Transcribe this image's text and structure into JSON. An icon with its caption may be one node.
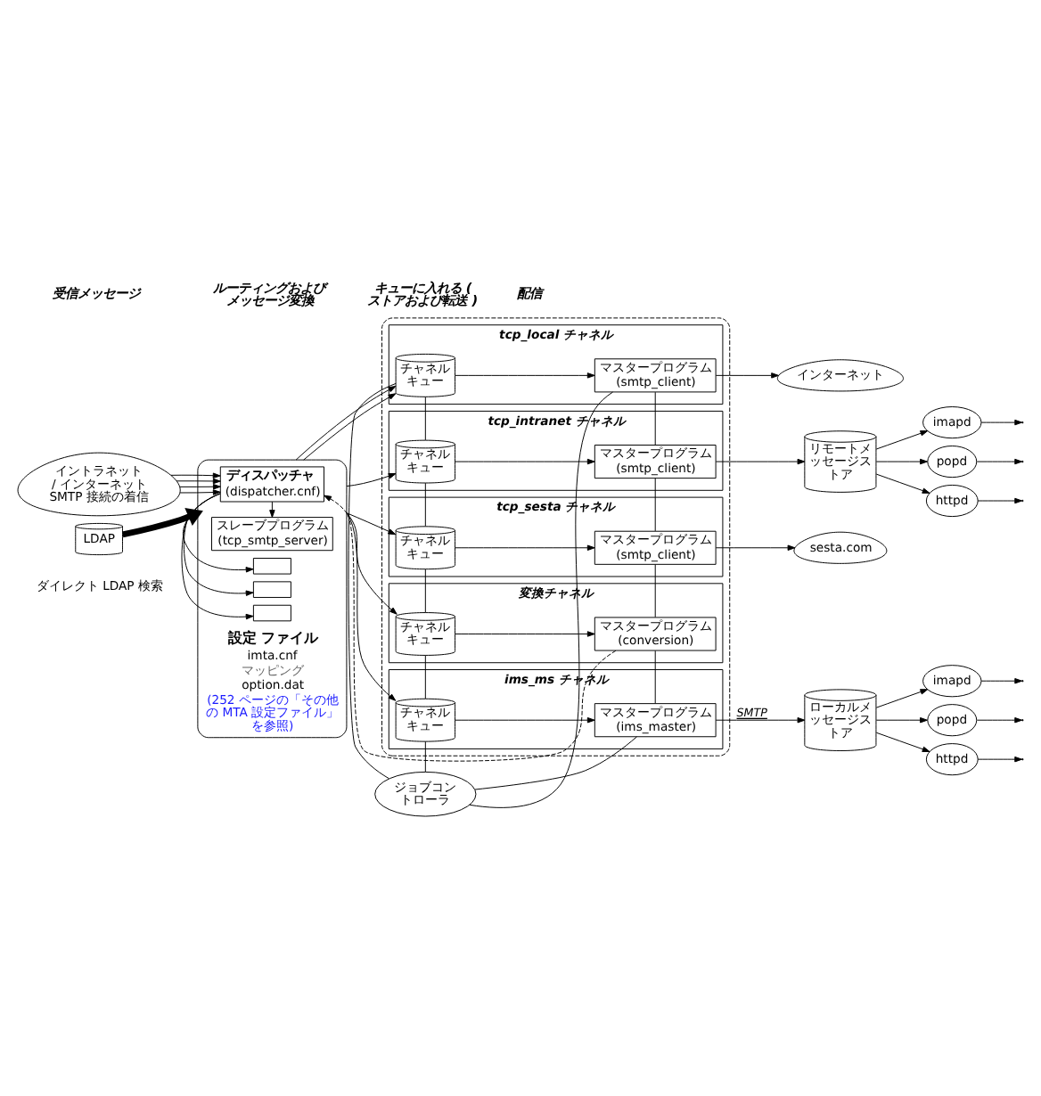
{
  "diagram": {
    "nodes": [
      {
        "text": [
          "イントラネット / インターネット SMTP 接続の着信"
        ]
      },
      {
        "text": [
          "設定 ファイル",
          "imta.cnf",
          "マッピング",
          "option.dat",
          "(252 ページの「その他の MTA 設定ファイル」を参照)"
        ]
      },
      {
        "text": [
          "ディスパッチャ",
          "(dispatcher.cnf)"
        ],
        "in": 1
      },
      {
        "text": [
          "スレーブプログラム",
          "(tcp_smtp_server)"
        ],
        "in": 1
      },
      {
        "text": [],
        "shape": "box",
        "in": 1
      },
      {
        "text": [],
        "shape": "box",
        "in": 1
      },
      {
        "text": [],
        "shape": "box",
        "in": 1
      },
      {
        "text": [
          "LDAP"
        ],
        "beside": [
          "ダイレクト LDAP 検索"
        ]
      },
      {
        "text": [],
        "shape": "box"
      },
      {
        "text": [
          "ジョブコントローラ"
        ]
      },
      {
        "text": [
          "tcp_local チャネル"
        ],
        "in": 8
      },
      {
        "text": [
          "チャネルキュー"
        ],
        "in": 10
      },
      {
        "text": [
          "マスタープログラム",
          "(smtp_client)"
        ],
        "in": 10
      },
      {
        "text": [
          "tcp_intranet チャネル"
        ],
        "in": 8
      },
      {
        "text": [
          "チャネルキュー"
        ],
        "in": 13
      },
      {
        "text": [
          "マスタープログラム",
          "(smtp_client)"
        ],
        "in": 13
      },
      {
        "text": [
          "tcp_sesta チャネル"
        ],
        "in": 8
      },
      {
        "text": [
          "チャネルキュー"
        ],
        "in": 16
      },
      {
        "text": [
          "マスタープログラム",
          "(smtp_client)"
        ],
        "in": 16
      },
      {
        "text": [
          "変換チャネル"
        ],
        "in": 8
      },
      {
        "text": [
          "チャネルキュー"
        ],
        "in": 19
      },
      {
        "text": [
          "マスタープログラム",
          "(conversion)"
        ],
        "in": 19
      },
      {
        "text": [
          "ims_ms チャネル"
        ],
        "in": 8
      },
      {
        "text": [
          "チャネルキュー"
        ],
        "in": 22
      },
      {
        "text": [
          "マスタープログラム",
          "(ims_master)"
        ],
        "in": 22
      },
      {
        "text": [
          "インターネット"
        ]
      },
      {
        "text": [
          "リモートメッセージストア"
        ]
      },
      {
        "text": [
          "imapd"
        ]
      },
      {
        "text": [
          "popd"
        ]
      },
      {
        "text": [
          "httpd"
        ]
      },
      {
        "text": [
          "sesta.com"
        ]
      },
      {
        "text": [
          "ローカルメッセージストア"
        ]
      },
      {
        "text": [
          "imapd"
        ]
      },
      {
        "text": [
          "popd"
        ]
      },
      {
        "text": [
          "httpd"
        ]
      }
    ],
    "edges": [
      {
        "from": 0,
        "to": 2,
        "arrow": "to"
      },
      {
        "from": 0,
        "to": 2,
        "arrow": "to"
      },
      {
        "from": 0,
        "to": 2,
        "arrow": "to"
      },
      {
        "from": 0,
        "to": 2,
        "arrow": "to"
      },
      {
        "from": 21,
        "to": 2,
        "arrow": "to",
        "style": "dashed"
      },
      {
        "from": 2,
        "to": 3,
        "arrow": "to"
      },
      {
        "from": 2,
        "to": 4,
        "arrow": "to"
      },
      {
        "from": 2,
        "to": 5,
        "arrow": "to"
      },
      {
        "from": 2,
        "to": 6,
        "arrow": "to"
      },
      {
        "from": 7,
        "to": 1,
        "arrow": "to",
        "style": "thick"
      },
      {
        "from": 1,
        "to": 11,
        "arrow": "to"
      },
      {
        "from": 1,
        "to": 11,
        "arrow": "to"
      },
      {
        "from": 1,
        "to": 14,
        "arrow": "to"
      },
      {
        "from": 1,
        "to": 17,
        "arrow": "to"
      },
      {
        "from": 1,
        "to": 20,
        "arrow": "to"
      },
      {
        "from": 1,
        "to": 23,
        "arrow": "to"
      },
      {
        "from": 11,
        "to": 12,
        "arrow": "to"
      },
      {
        "from": 14,
        "to": 15,
        "arrow": "to"
      },
      {
        "from": 17,
        "to": 18,
        "arrow": "to"
      },
      {
        "from": 20,
        "to": 21,
        "arrow": "to"
      },
      {
        "from": 23,
        "to": 24,
        "arrow": "to"
      },
      {
        "from": 9,
        "to": 11,
        "arrow": "none"
      },
      {
        "from": 11,
        "to": 14,
        "arrow": "none"
      },
      {
        "from": 14,
        "to": 17,
        "arrow": "none"
      },
      {
        "from": 17,
        "to": 20,
        "arrow": "none"
      },
      {
        "from": 20,
        "to": 23,
        "arrow": "none"
      },
      {
        "from": 23,
        "to": 9,
        "arrow": "none"
      },
      {
        "from": 9,
        "to": 12,
        "arrow": "none"
      },
      {
        "from": 12,
        "to": 15,
        "arrow": "none"
      },
      {
        "from": 15,
        "to": 18,
        "arrow": "none"
      },
      {
        "from": 18,
        "to": 21,
        "arrow": "none"
      },
      {
        "from": 21,
        "to": 24,
        "arrow": "none"
      },
      {
        "from": 24,
        "to": 9,
        "arrow": "none"
      },
      {
        "from": 12,
        "to": 25,
        "arrow": "to"
      },
      {
        "from": 15,
        "to": 26,
        "arrow": "to"
      },
      {
        "from": 26,
        "to": 27,
        "arrow": "to"
      },
      {
        "from": 26,
        "to": 28,
        "arrow": "to"
      },
      {
        "from": 26,
        "to": 29,
        "arrow": "to"
      },
      {
        "from": 27,
        "to": null,
        "arrow": "to"
      },
      {
        "from": 28,
        "to": null,
        "arrow": "to"
      },
      {
        "from": 29,
        "to": null,
        "arrow": "to"
      },
      {
        "from": 18,
        "to": 30,
        "arrow": "to"
      },
      {
        "from": 24,
        "to": 31,
        "arrow": "to",
        "label": "SMTP"
      },
      {
        "from": 31,
        "to": 32,
        "arrow": "to"
      },
      {
        "from": 31,
        "to": 33,
        "arrow": "to"
      },
      {
        "from": 31,
        "to": 34,
        "arrow": "to"
      },
      {
        "from": 32,
        "to": null,
        "arrow": "to"
      },
      {
        "from": 33,
        "to": null,
        "arrow": "to"
      },
      {
        "from": 34,
        "to": null,
        "arrow": "to"
      }
    ],
    "labels": [
      "受信メッセージ",
      "ルーティングおよびメッセージ変換",
      "キューに入れる ( ストアおよび転送 )",
      "配信"
    ]
  }
}
